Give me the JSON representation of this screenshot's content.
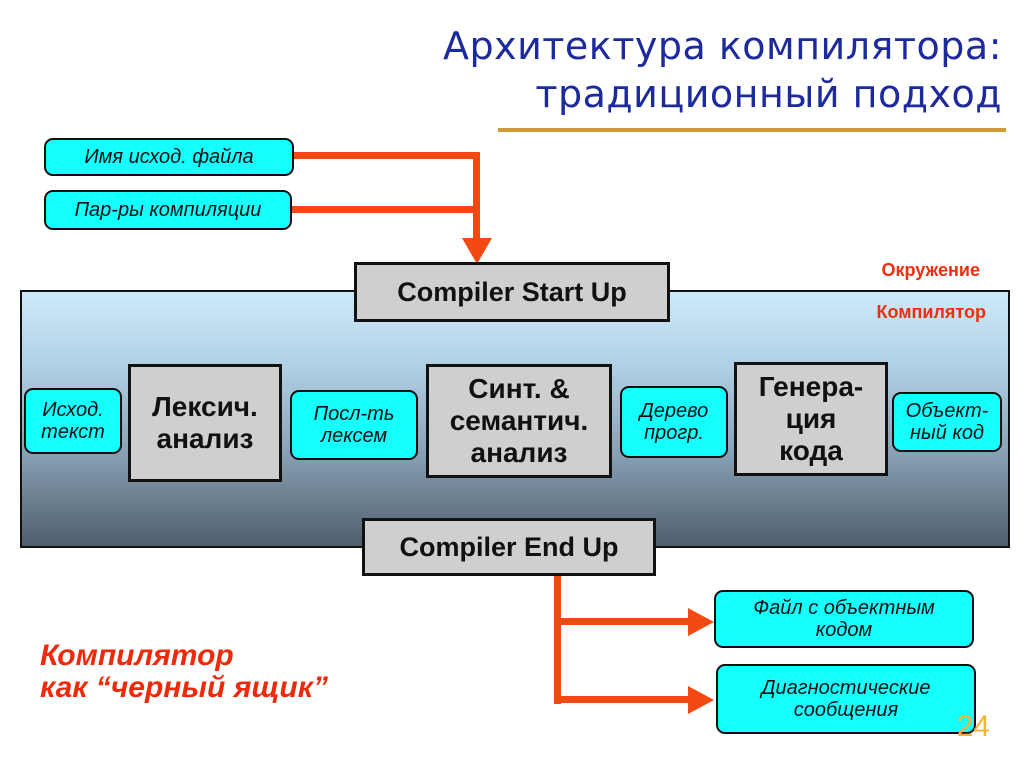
{
  "title": {
    "line1": "Архитектура компилятора:",
    "line2": "традиционный подход"
  },
  "inputs": {
    "source_file": "Имя исход. файла",
    "compile_params": "Пар-ры компиляции"
  },
  "environment": {
    "label_env": "Окружение",
    "label_compiler": "Компилятор"
  },
  "startup": "Compiler Start Up",
  "endup": "Compiler End Up",
  "pipeline": {
    "source_text": [
      "Исход.",
      "текст"
    ],
    "lexical": [
      "Лексич.",
      "анализ"
    ],
    "tokens": [
      "Посл-ть",
      "лексем"
    ],
    "syntax": [
      "Синт. &",
      "семантич.",
      "анализ"
    ],
    "tree": [
      "Дерево",
      "прогр."
    ],
    "codegen": [
      "Генера-",
      "ция",
      "кода"
    ],
    "object_code": [
      "Объект-",
      "ный код"
    ]
  },
  "outputs": {
    "object_file": [
      "Файл с объектным",
      "кодом"
    ],
    "diagnostics": [
      "Диагностические",
      "сообщения"
    ]
  },
  "caption": {
    "line1": "Компилятор",
    "line2": "как “черный ящик”"
  },
  "page_number": "24",
  "colors": {
    "arrow": "#f24a12",
    "pill": "#16ffff",
    "title": "#1d2a9e",
    "accent_red": "#ee2f0f"
  }
}
